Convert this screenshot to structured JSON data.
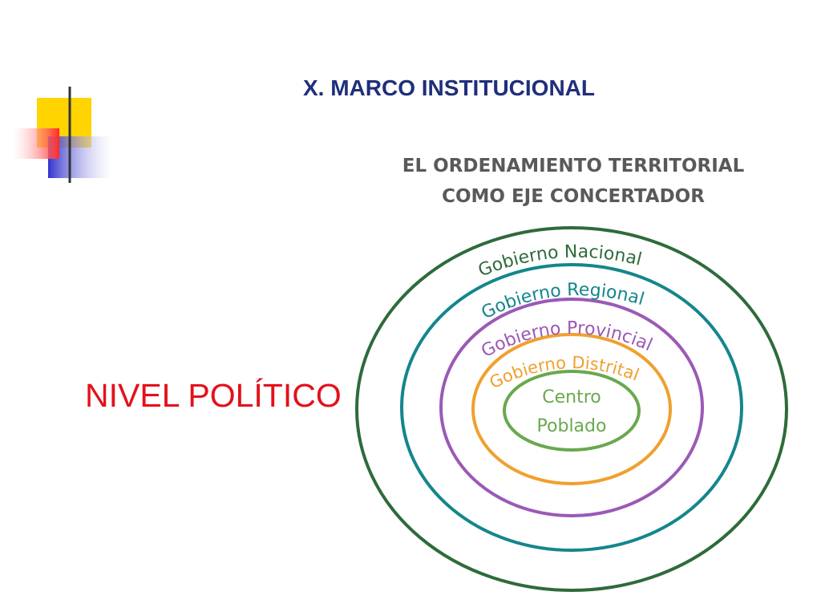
{
  "slide": {
    "title": "X. MARCO INSTITUCIONAL",
    "level_label": "NIVEL POLÍTICO",
    "decoration_colors": {
      "yellow": "#ffd400",
      "blue": "#3333cc",
      "red": "#ff2a2a",
      "line": "#333333"
    }
  },
  "diagram": {
    "heading_line1": "EL ORDENAMIENTO TERRITORIAL",
    "heading_line2": "COMO EJE CONCERTADOR",
    "rings": [
      {
        "label": "Gobierno Nacional",
        "color": "#2e6b3a"
      },
      {
        "label": "Gobierno Regional",
        "color": "#14868c"
      },
      {
        "label": "Gobierno Provincial",
        "color": "#9b59b6"
      },
      {
        "label": "Gobierno Distrital",
        "color": "#f0a030"
      }
    ],
    "center": {
      "line1": "Centro",
      "line2": "Poblado",
      "color": "#6aa84f"
    }
  }
}
